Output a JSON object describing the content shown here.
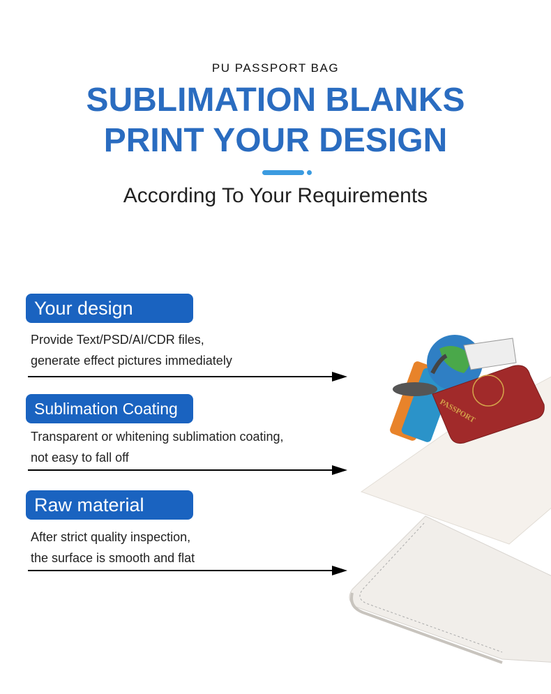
{
  "header": {
    "kicker": "PU PASSPORT BAG",
    "headline_line1": "SUBLIMATION BLANKS",
    "headline_line2": "PRINT YOUR DESIGN",
    "subtitle": "According To Your Requirements"
  },
  "layers": [
    {
      "label": "Your design",
      "desc_line1": "Provide Text/PSD/AI/CDR files,",
      "desc_line2": "generate effect pictures immediately"
    },
    {
      "label": "Sublimation Coating",
      "desc_line1": "Transparent or whitening sublimation coating,",
      "desc_line2": "not easy to fall off"
    },
    {
      "label": "Raw material",
      "desc_line1": "After strict quality inspection,",
      "desc_line2": "the surface is smooth and flat"
    }
  ],
  "illustration": {
    "passport_text": "PASSPORT"
  },
  "colors": {
    "headline": "#2a6cc0",
    "label_bg": "#1a63c0",
    "accent_bar": "#3b9be0"
  }
}
